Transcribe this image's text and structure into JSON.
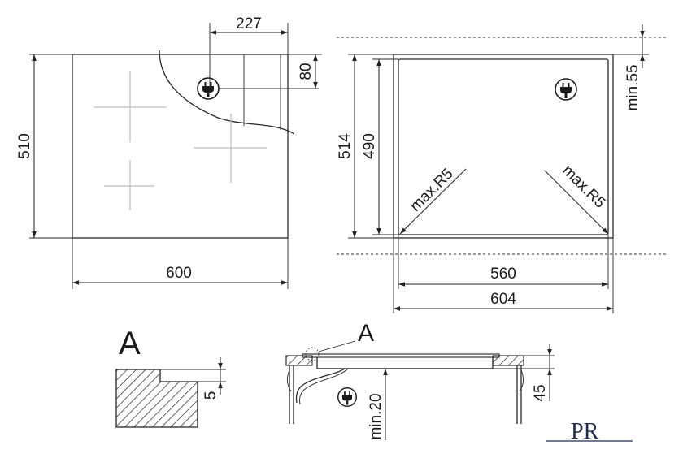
{
  "dimensions": {
    "top_width_left": "227",
    "plug_offset": "80",
    "hob_depth": "510",
    "hob_width": "600",
    "cutout_depth_outer": "514",
    "cutout_depth_inner": "490",
    "clearance_top": "min.55",
    "radius_left": "max.R5",
    "radius_right": "max.R5",
    "cutout_width_inner": "560",
    "cutout_width_outer": "604",
    "detail_step": "5",
    "clearance_below": "min.20",
    "install_height": "45"
  },
  "detail": {
    "label_large": "A",
    "label_callout": "A"
  },
  "logo": {
    "text": "PR"
  },
  "colors": {
    "line": "#2a2a2a",
    "zone_marks": "#bdbdbd",
    "logo": "#1f2b4d"
  },
  "icons": [
    "plug-icon"
  ]
}
